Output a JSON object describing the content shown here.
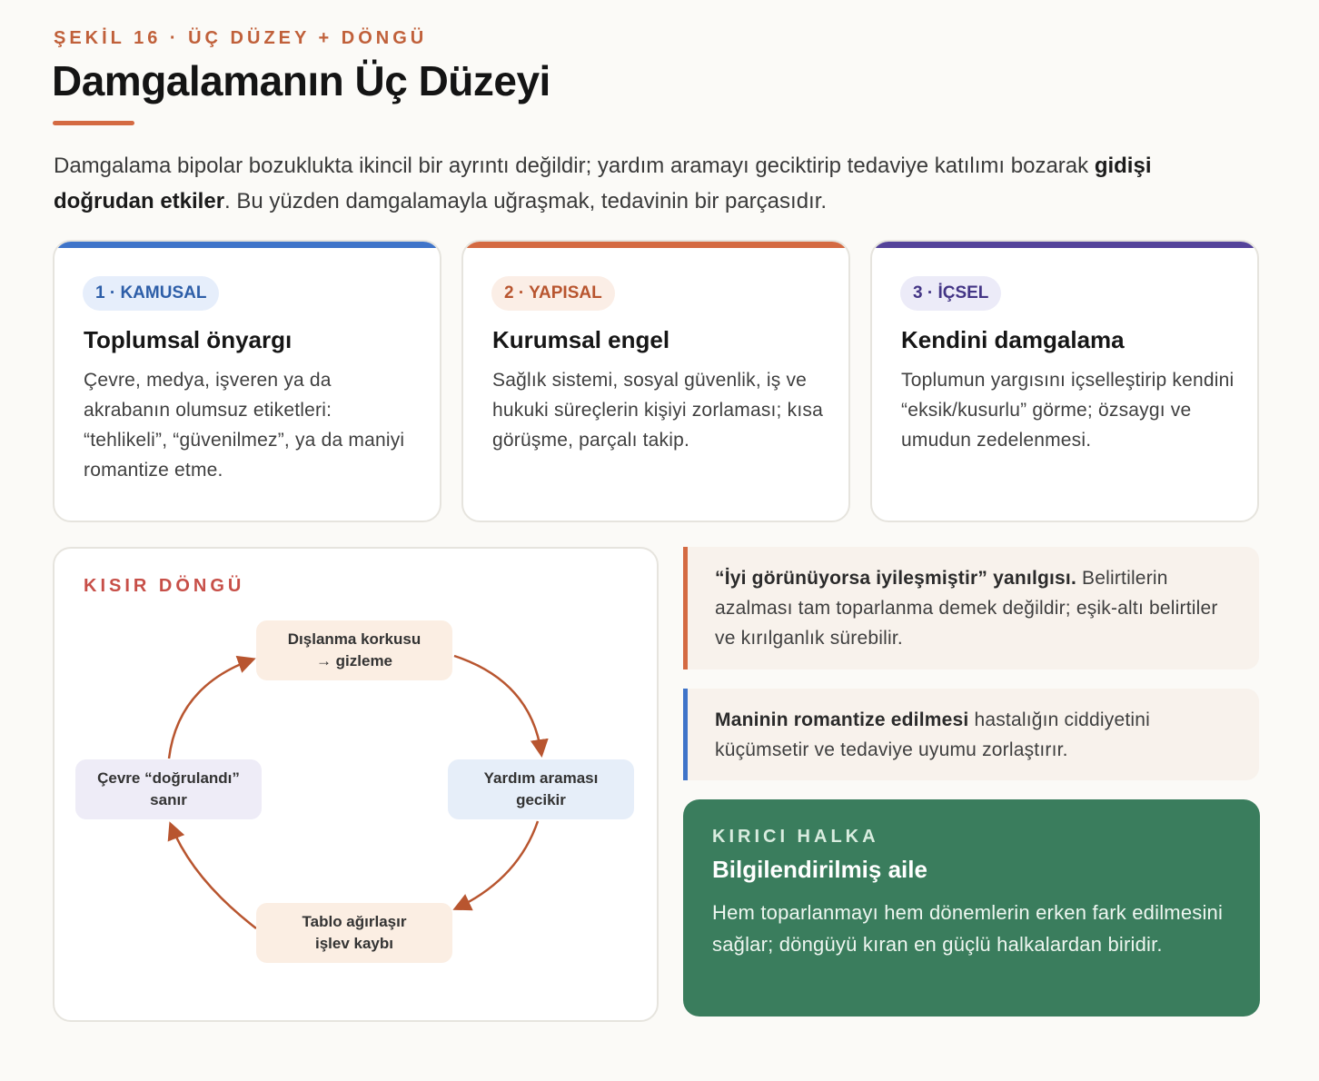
{
  "header": {
    "eyebrow": "ŞEKİL 16 · ÜÇ DÜZEY + DÖNGÜ",
    "title": "Damgalamanın Üç Düzeyi",
    "intro_part1": "Damgalama bipolar bozuklukta ikincil bir ayrıntı değildir; yardım aramayı geciktirip tedaviye katılımı bozarak ",
    "intro_bold": "gidişi doğrudan etkiler",
    "intro_part2": ". Bu yüzden damgalamayla uğraşmak, tedavinin bir parçasıdır."
  },
  "levels": [
    {
      "badge": "1 · KAMUSAL",
      "title": "Toplumsal önyargı",
      "body": "Çevre, medya, işveren ya da akrabanın olumsuz etiketleri: “tehlikeli”, “güvenilmez”, ya da maniyi romantize etme.",
      "accent": "#3f74c9",
      "badge_bg": "#e6eefb",
      "badge_fg": "#2d5ea8"
    },
    {
      "badge": "2 · YAPISAL",
      "title": "Kurumsal engel",
      "body": "Sağlık sistemi, sosyal güvenlik, iş ve hukuki süreçlerin kişiyi zorlaması; kısa görüşme, parçalı takip.",
      "accent": "#d46a42",
      "badge_bg": "#fbeee6",
      "badge_fg": "#b8552f"
    },
    {
      "badge": "3 · İÇSEL",
      "title": "Kendini damgalama",
      "body": "Toplumun yargısını içselleştirip kendini “eksik/kusurlu” görme; özsaygı ve umudun zedelenmesi.",
      "accent": "#54439a",
      "badge_bg": "#ecebf8",
      "badge_fg": "#433585"
    }
  ],
  "cycle": {
    "label": "KISIR DÖNGÜ",
    "arrow_color": "#b8552f",
    "nodes": {
      "top": {
        "line1": "Dışlanma korkusu",
        "line2": "→ gizleme",
        "bg": "#fbeee3"
      },
      "right": {
        "line1": "Yardım araması",
        "line2": "gecikir",
        "bg": "#e6eef9"
      },
      "bottom": {
        "line1": "Tablo ağırlaşır",
        "line2": "işlev kaybı",
        "bg": "#fbeee3"
      },
      "left": {
        "line1": "Çevre “doğrulandı”",
        "line2": "sanır",
        "bg": "#eeecf7"
      }
    }
  },
  "notes": [
    {
      "bold": "“İyi görünüyorsa iyileşmiştir” yanılgısı.",
      "text": " Belirtilerin azalması tam toparlanma demek değildir; eşik-altı belirtiler ve kırılganlık sürebilir.",
      "accent": "#d46a42"
    },
    {
      "bold": "Maninin romantize edilmesi",
      "text": " hastalığın ciddiyetini küçümsetir ve tedaviye uyumu zorlaştırır.",
      "accent": "#3f74c9"
    }
  ],
  "breaker": {
    "eyebrow": "KIRICI HALKA",
    "title": "Bilgilendirilmiş aile",
    "body": "Hem toparlanmayı hem dönemlerin erken fark edilmesini sağlar; döngüyü kıran en güçlü halkalardan biridir."
  }
}
